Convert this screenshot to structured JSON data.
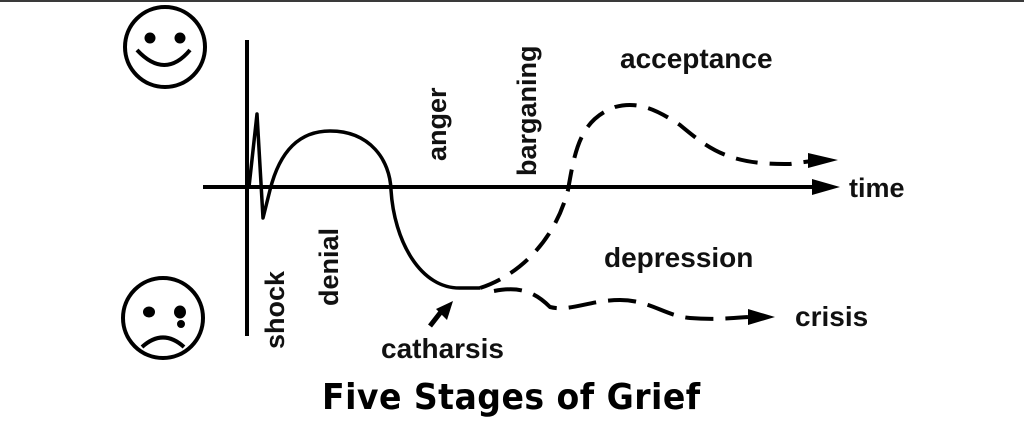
{
  "diagram": {
    "title": "Five Stages of Grief",
    "axis": {
      "x_label": "time"
    },
    "faces": {
      "top": "happy-face",
      "bottom": "sad-crying-face"
    },
    "stages": {
      "shock": "shock",
      "denial": "denial",
      "anger": "anger",
      "bargaining": "barganing",
      "depression": "depression",
      "acceptance": "acceptance"
    },
    "annotations": {
      "catharsis": "catharsis",
      "crisis": "crisis"
    },
    "colors": {
      "stroke": "#000000",
      "background": "#ffffff",
      "top_border": "#3a3a3a"
    }
  }
}
